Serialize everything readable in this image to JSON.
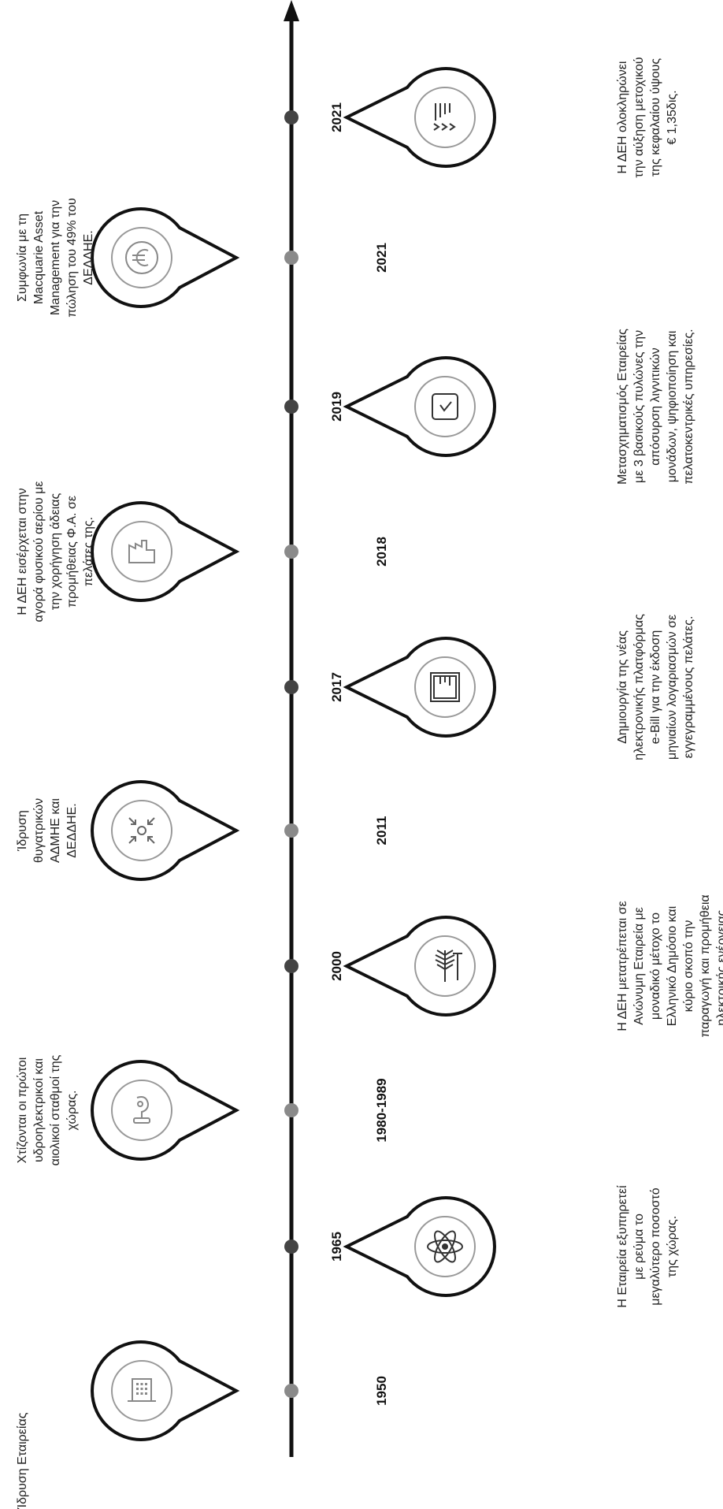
{
  "events": [
    {
      "year": "1950",
      "side": "above",
      "icon": "building-icon",
      "text": "Ίδρυση Εταιρείας"
    },
    {
      "year": "1965",
      "side": "below",
      "icon": "atom-icon",
      "text": "Η Εταιρεία εξυπηρετεί\nμε ρεύμα το\nμεγαλύτερο ποσοστό\nτης χώρας."
    },
    {
      "year": "1980-1989",
      "side": "above",
      "icon": "robot-worker-icon",
      "text": "Χτίζονται οι πρώτοι\nυδροηλεκτρικοί και\nαιολικοί σταθμοί της\nχώρας."
    },
    {
      "year": "2000",
      "side": "below",
      "icon": "plant-tree-icon",
      "text": "Η ΔΕΗ μετατρέπεται σε\nΑνώνυμη Εταιρεία με\nμοναδικό μέτοχο το\nΕλληνικό Δημόσιο και\nκύριο σκοπό την\nπαραγωγή και προμήθεια\nηλεκτρικής ενέργειας."
    },
    {
      "year": "2011",
      "side": "above",
      "icon": "converge-arrows-icon",
      "text": "Ίδρυση\nθυγατρικών\nΑΔΜΗΕ και\nΔΕΔΔΗΕ."
    },
    {
      "year": "2017",
      "side": "below",
      "icon": "ebill-document-icon",
      "text": "Δημιουργία της νέας\nηλεκτρονικής πλατφόρμας\ne-Bill για την έκδοση\nμηνιαίων λογαριασμών σε\nεγγεγραμμένους πελάτες."
    },
    {
      "year": "2018",
      "side": "above",
      "icon": "factory-icon",
      "text": "Η ΔΕΗ εισέρχεται στην\nαγορά φυσικού αερίου με\nτην χορήγηση άδειας\nπρομήθειας Φ.Α. σε\nπελάτες της."
    },
    {
      "year": "2019",
      "side": "below",
      "icon": "checkbox-icon",
      "text": "Μετασχηματισμός Εταιρείας\nμε 3 βασικούς πυλώνες την\nαπόσυρση λιγνιτικών\nμονάδων, ψηφιοποίηση και\nπελατοκεντρικές υπηρεσίες."
    },
    {
      "year": "2021",
      "side": "above",
      "icon": "euro-coin-icon",
      "text": "Συμφωνία με τη\nMacquarie Asset\nManagement για την\nπώληση του 49% του\nΔΕΔΔΗΕ."
    },
    {
      "year": "2021",
      "side": "below",
      "icon": "growth-chart-icon",
      "text": "Η ΔΕΗ ολοκληρώνει\nτην αύξηση μετοχικού\nτης κεφαλαίου ύψους\n€ 1,35δις."
    }
  ]
}
